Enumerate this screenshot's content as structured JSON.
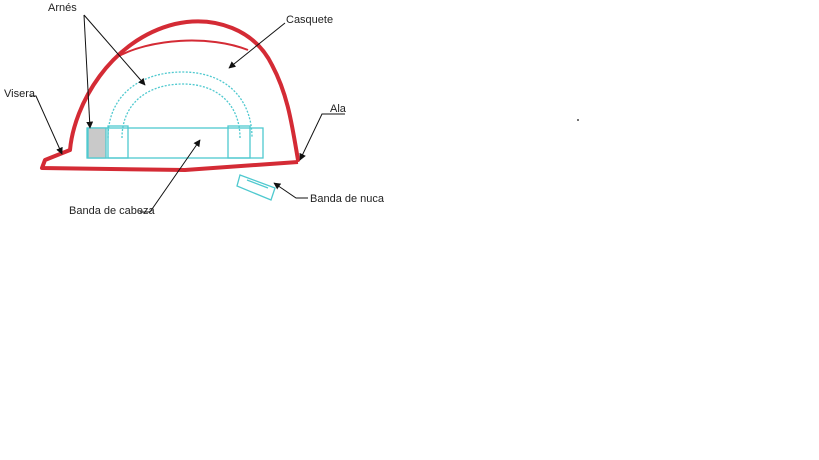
{
  "labels": {
    "harness": "Arnés",
    "shell": "Casquete",
    "visor": "Visera",
    "brim": "Ala",
    "headband": "Banda de cabeza",
    "nape_band": "Banda de nuca"
  },
  "colors": {
    "helmet_outline": "#d42b35",
    "harness_lines": "#4fc9cf",
    "leader_lines": "#111111",
    "background": "#ffffff"
  }
}
